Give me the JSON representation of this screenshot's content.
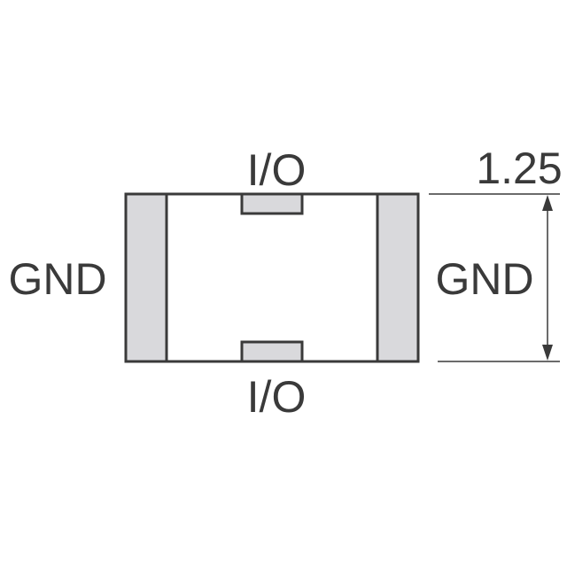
{
  "diagram": {
    "labels": {
      "io_top": "I/O",
      "io_bottom": "I/O",
      "gnd_left": "GND",
      "gnd_right": "GND",
      "dimension": "1.25"
    },
    "colors": {
      "outline": "#3a3a3a",
      "pad_fill": "#d9d9dc",
      "body_fill": "#ffffff",
      "text": "#3a3a3a"
    }
  }
}
